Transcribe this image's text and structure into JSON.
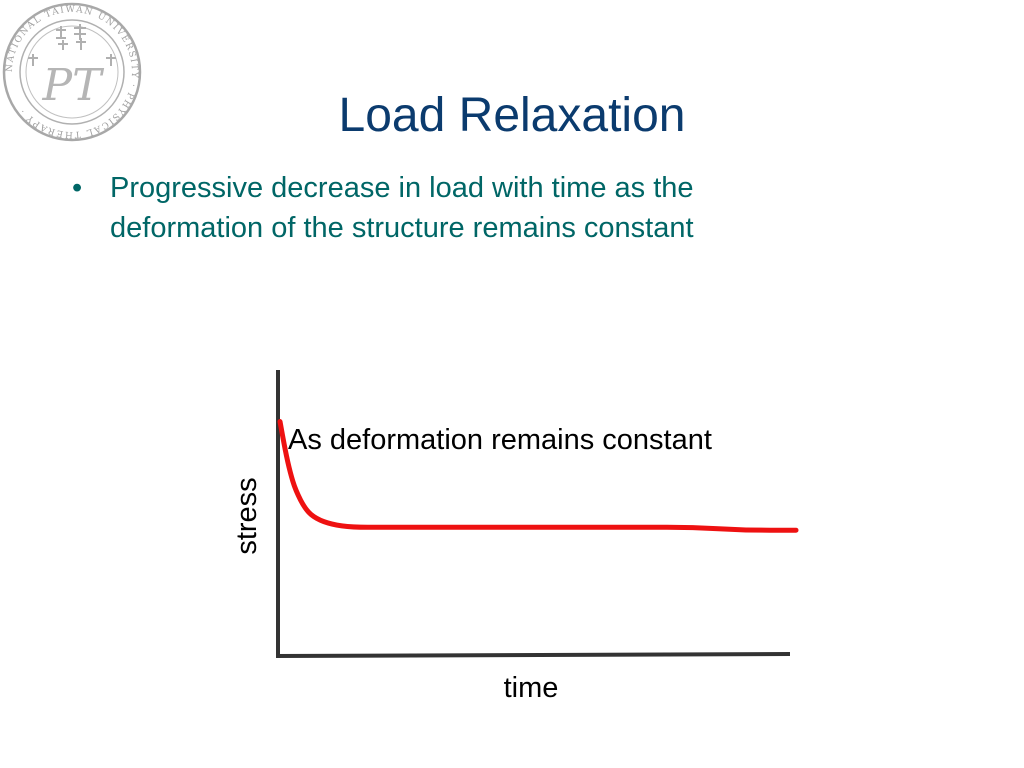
{
  "slide": {
    "title": "Load Relaxation",
    "bullets": [
      "Progressive decrease in load with time as the deformation of the structure remains constant"
    ],
    "bullet_marker": "•"
  },
  "logo": {
    "icon": "ntu-physical-therapy-seal-icon",
    "ring_text": "NATIONAL TAIWAN UNIVERSITY · PHYSICAL THERAPY ·",
    "monogram": "PT",
    "color": "#9a9a9a"
  },
  "chart_data": {
    "type": "line",
    "title": "",
    "annotation": "As deformation remains constant",
    "xlabel": "time",
    "ylabel": "stress",
    "xlim": [
      0,
      100
    ],
    "ylim": [
      0,
      100
    ],
    "grid": false,
    "legend": "none",
    "series": [
      {
        "color": "#ee1111",
        "x": [
          0,
          1,
          2,
          3,
          5,
          7,
          10,
          14,
          20,
          30,
          40,
          50,
          60,
          70,
          80,
          90,
          100
        ],
        "y": [
          82,
          72,
          64,
          58,
          51,
          48,
          46,
          45,
          45,
          45,
          45,
          45,
          45,
          45,
          45,
          44,
          44
        ]
      }
    ],
    "axis_color": "#333333"
  }
}
